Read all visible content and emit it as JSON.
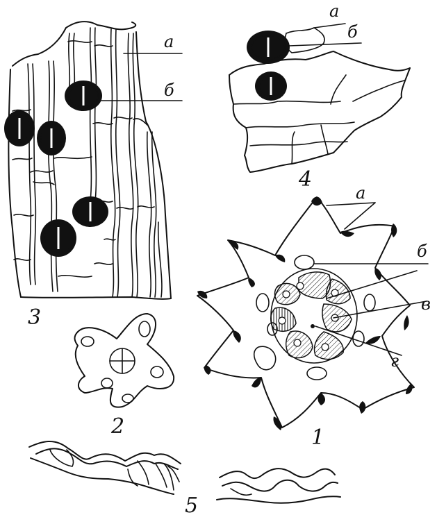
{
  "figure": {
    "panel_numbers": [
      "3",
      "4",
      "2",
      "1",
      "5"
    ],
    "panel3_labels": {
      "a": "а",
      "b": "б"
    },
    "panel4_labels": {
      "a": "а",
      "b": "б"
    },
    "panel1_labels": {
      "a": "а",
      "b": "б",
      "c": "в",
      "d": "г"
    },
    "ink_color": "#111111",
    "background_color": "#ffffff"
  }
}
